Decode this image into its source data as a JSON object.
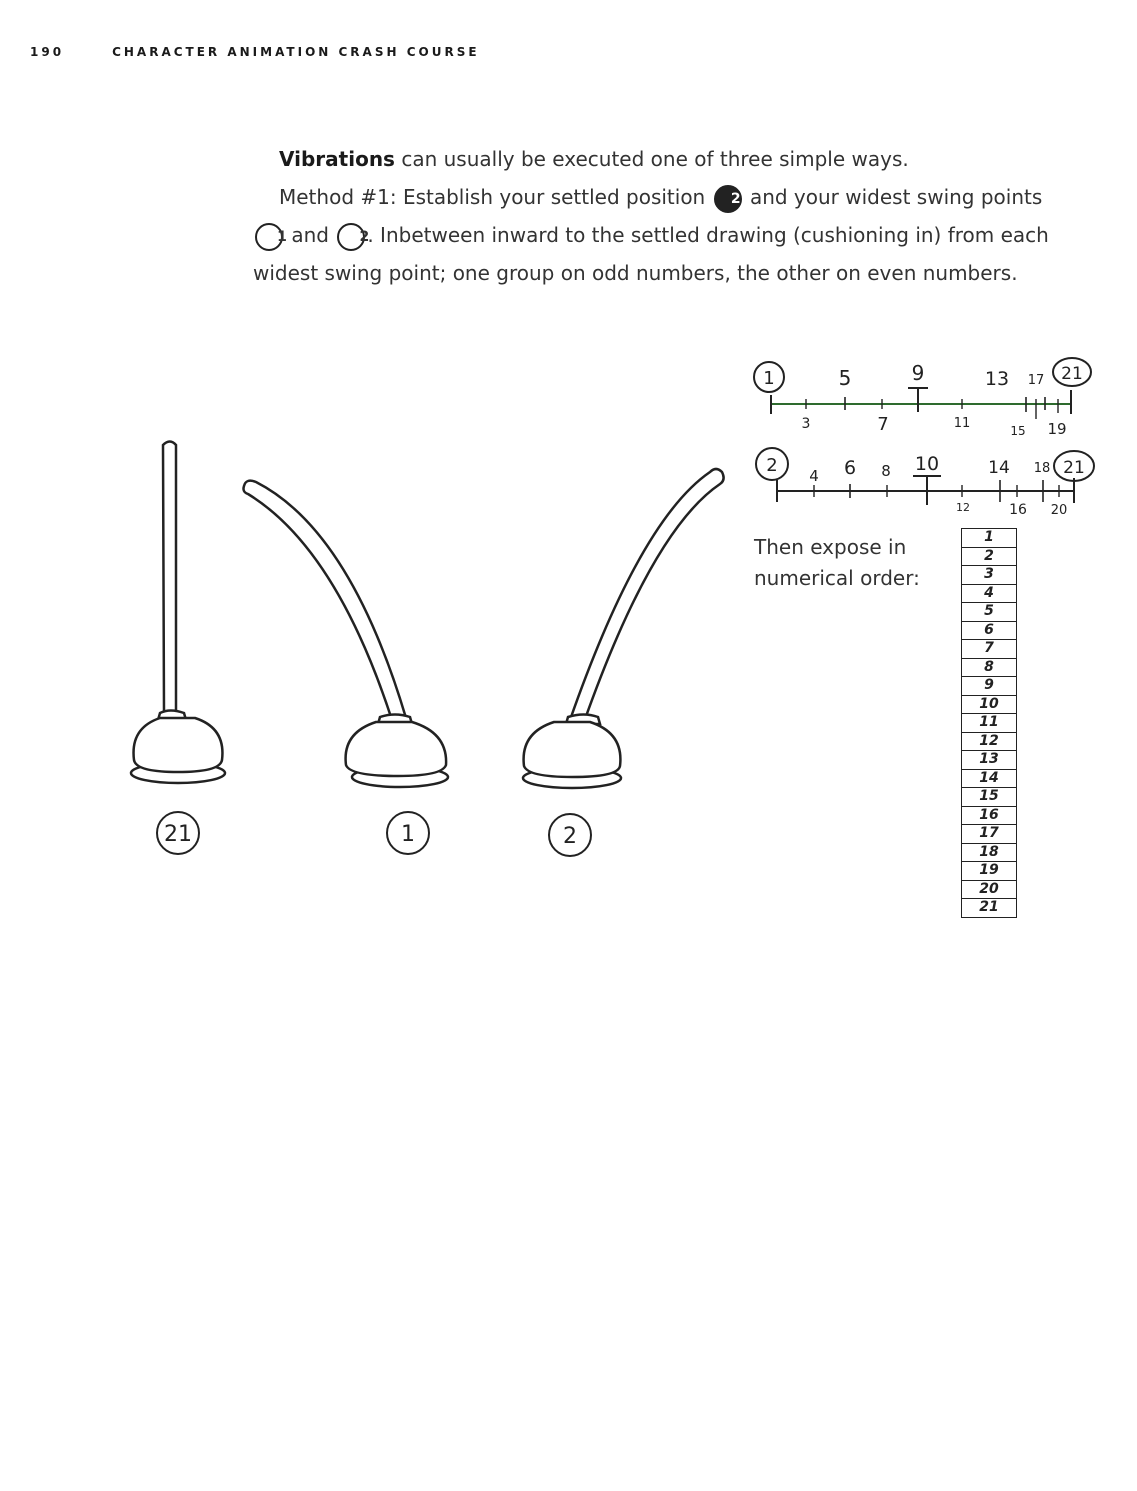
{
  "header": {
    "page_number": "190",
    "running_title": "CHARACTER ANIMATION CRASH COURSE"
  },
  "body": {
    "p1_lead": "Vibrations",
    "p1_rest": " can usually be executed one of three simple ways.",
    "p2_a": "Method #1: Establish your settled position ",
    "p2_b": " and your widest swing points ",
    "p2_c": " and ",
    "p2_d": ". Inbetween inward to the settled drawing (cushioning in) from each widest swing point; one group on odd numbers, the other on even numbers.",
    "mark_settled": "21",
    "mark_swing_1": "1",
    "mark_swing_2": "2"
  },
  "figures": {
    "labels": [
      "21",
      "1",
      "2"
    ]
  },
  "charts": {
    "odd": {
      "start": "1",
      "end": "21",
      "top_ticks": [
        "5",
        "9",
        "13",
        "17"
      ],
      "bottom_ticks": [
        "3",
        "7",
        "11",
        "15",
        "19"
      ]
    },
    "even": {
      "start": "2",
      "end": "21",
      "top_ticks": [
        "4",
        "6",
        "8",
        "10",
        "14",
        "18"
      ],
      "bottom_ticks": [
        "12",
        "16",
        "20"
      ]
    }
  },
  "caption": {
    "line1": "Then expose in",
    "line2": "numerical order:"
  },
  "xsheet": {
    "frames": [
      "1",
      "2",
      "3",
      "4",
      "5",
      "6",
      "7",
      "8",
      "9",
      "10",
      "11",
      "12",
      "13",
      "14",
      "15",
      "16",
      "17",
      "18",
      "19",
      "20",
      "21"
    ]
  },
  "colors": {
    "ink": "#222222",
    "green_line": "#2e6b2e"
  }
}
